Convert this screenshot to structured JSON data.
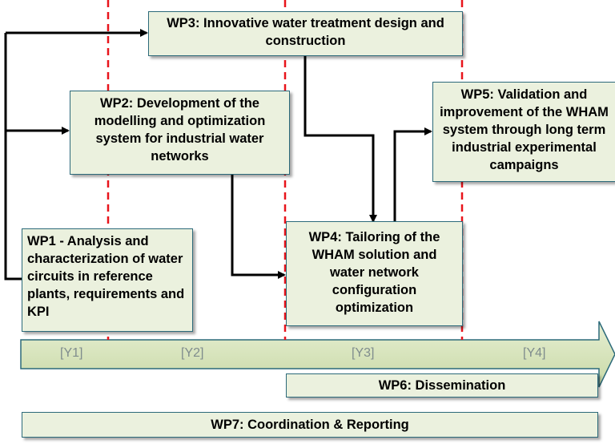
{
  "work_packages": {
    "wp1": "WP1 - Analysis and characterization of water circuits in reference plants, requirements and KPI",
    "wp2": "WP2:  Development of the modelling and optimization system for industrial water networks",
    "wp3": "WP3: Innovative water treatment  design and construction",
    "wp4": "WP4:  Tailoring of the WHAM solution and water network configuration optimization",
    "wp5": "WP5: Validation and improvement of the WHAM system through long term industrial experimental campaigns",
    "wp6": "WP6: Dissemination",
    "wp7": "WP7: Coordination & Reporting"
  },
  "timeline": {
    "years": [
      "[Y1]",
      "[Y2]",
      "[Y3]",
      "[Y4]"
    ]
  },
  "colors": {
    "box_fill": "#ebf1de",
    "box_border": "#2c6a7a",
    "arrow_fill": "#d7e4bd",
    "divider": "#e8141b",
    "connector": "#000000"
  }
}
